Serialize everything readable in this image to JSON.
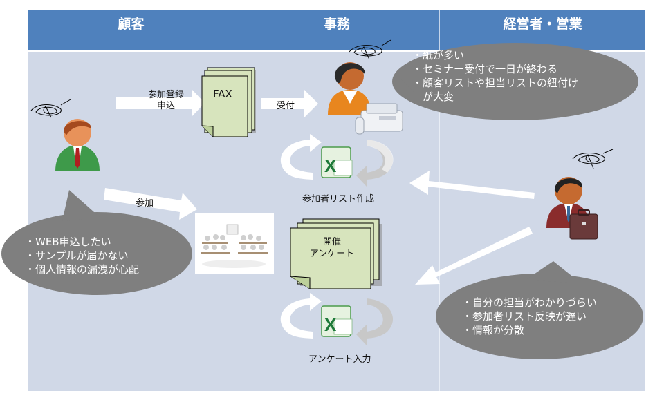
{
  "header": {
    "columns": [
      "顧客",
      "事務",
      "経営者・営業"
    ]
  },
  "flow": {
    "register_arrow_label": "参加登録\n申込",
    "register_arrow_line1": "参加登録",
    "register_arrow_line2": "申込",
    "fax_document_label": "FAX",
    "reception_arrow_label": "受付",
    "participation_arrow_label": "参加",
    "participant_list_label": "参加者リスト作成",
    "survey_document_line1": "開催",
    "survey_document_line2": "アンケート",
    "survey_input_label": "アンケート入力"
  },
  "bubbles": {
    "customer": [
      "・WEB申込したい",
      "・サンプルが届かない",
      "・個人情報の漏洩が心配"
    ],
    "office": [
      "・紙が多い",
      "・セミナー受付で一日が終わる",
      "・顧客リストや担当リストの紐付け",
      "　が大変"
    ],
    "management": [
      "・自分の担当がわかりづらい",
      "・参加者リスト反映が遅い",
      "・情報が分散"
    ]
  },
  "colors": {
    "header_bg": "#4f81bd",
    "body_bg": "#d0d8e7",
    "bubble_bg": "#7f7f7f",
    "document_fill": "#d7e4bd",
    "excel_green": "#1f7a3a"
  }
}
